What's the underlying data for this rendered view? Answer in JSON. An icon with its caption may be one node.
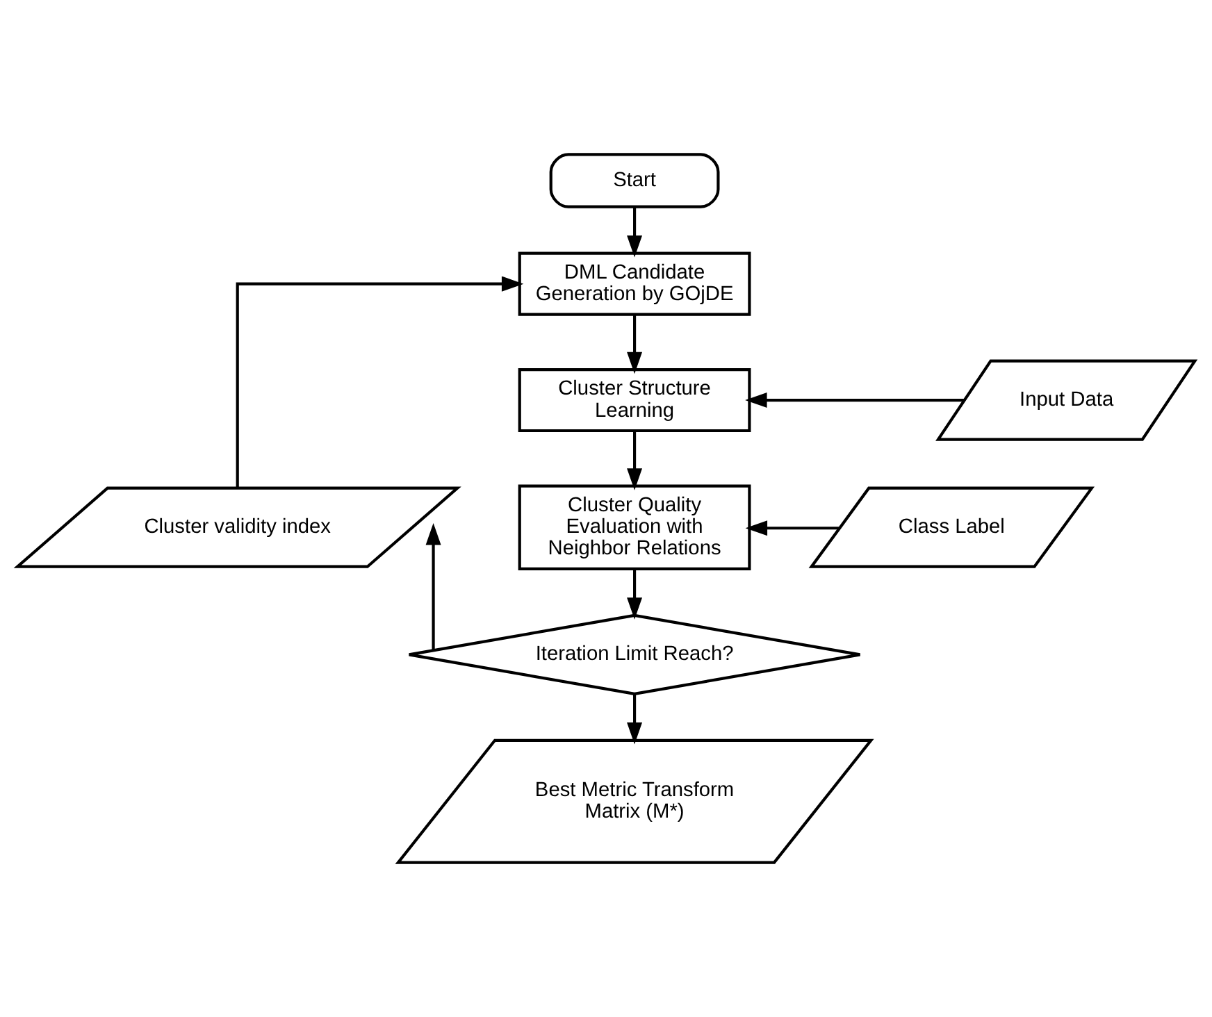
{
  "diagram": {
    "nodes": [
      {
        "text": [
          "Start"
        ]
      },
      {
        "text": [
          "DML Candidate Generation by GOjDE"
        ]
      },
      {
        "text": [
          "Cluster Structure Learning"
        ]
      },
      {
        "text": [
          "Input Data"
        ]
      },
      {
        "text": [
          "Cluster Quality Evaluation with Neighbor Relations"
        ]
      },
      {
        "text": [
          "Class Label"
        ]
      },
      {
        "text": [
          "Iteration Limit Reach?"
        ]
      },
      {
        "text": [
          "Best Metric Transform Matrix (M*)"
        ]
      },
      {
        "text": [
          "Cluster validity index"
        ]
      }
    ],
    "edges": [
      {
        "from": 0,
        "to": 1,
        "arrow": "to"
      },
      {
        "from": 1,
        "to": 2,
        "arrow": "to"
      },
      {
        "from": 3,
        "to": 2,
        "arrow": "to"
      },
      {
        "from": 2,
        "to": 4,
        "arrow": "to"
      },
      {
        "from": 5,
        "to": 4,
        "arrow": "to"
      },
      {
        "from": 4,
        "to": 6,
        "arrow": "to"
      },
      {
        "from": 6,
        "to": 7,
        "arrow": "to"
      },
      {
        "from": 6,
        "to": 8,
        "arrow": "to"
      },
      {
        "from": 8,
        "to": 1,
        "arrow": "to"
      }
    ]
  }
}
